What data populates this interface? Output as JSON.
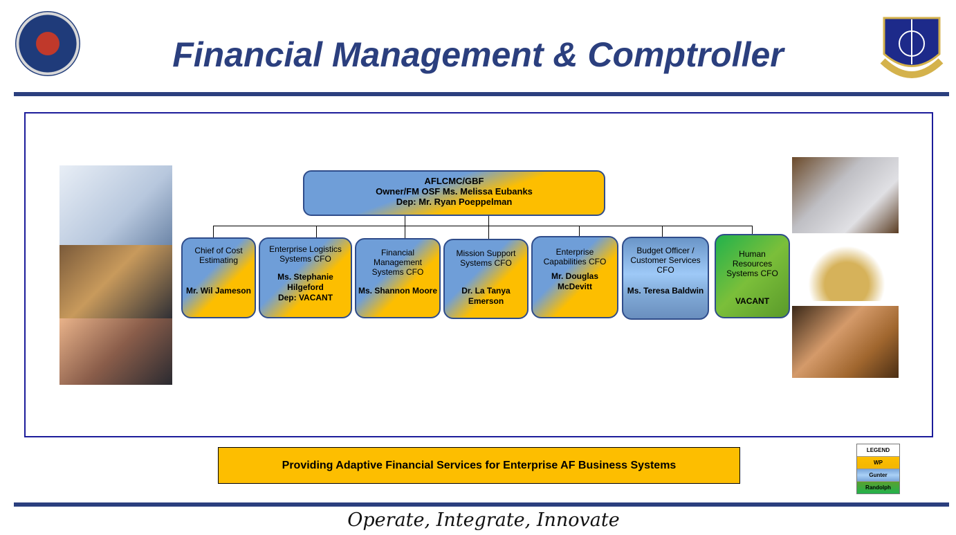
{
  "header": {
    "title": "Financial Management & Comptroller",
    "left_logo": "AFLCMC Business and Enterprise Systems seal - OPERATE",
    "right_logo": "AIR FORCE LCMC"
  },
  "org": {
    "top": {
      "line1": "AFLCMC/GBF",
      "line2": "Owner/FM OSF Ms. Melissa Eubanks",
      "line3": "Dep: Mr. Ryan Poeppelman"
    },
    "units": [
      {
        "role": "Chief of Cost Estimating",
        "name": "Mr. Wil Jameson",
        "location": "WP"
      },
      {
        "role": "Enterprise Logistics Systems CFO",
        "name": "Ms. Stephanie Hilgeford",
        "deputy": "Dep: VACANT",
        "location": "WP"
      },
      {
        "role": "Financial Management Systems CFO",
        "name": "Ms. Shannon Moore",
        "location": "WP"
      },
      {
        "role": "Mission Support Systems CFO",
        "name": "Dr. La Tanya Emerson",
        "location": "WP"
      },
      {
        "role": "Enterprise Capabilities CFO",
        "name": "Mr. Douglas McDevitt",
        "location": "WP"
      },
      {
        "role": "Budget Officer / Customer Services CFO",
        "name": "Ms. Teresa Baldwin",
        "location": "Gunter"
      },
      {
        "role": "Human Resources Systems CFO",
        "name": "VACANT",
        "location": "Randolph"
      }
    ]
  },
  "tagline": "Providing Adaptive Financial Services for Enterprise AF Business Systems",
  "legend": {
    "title": "LEGEND",
    "items": [
      {
        "label": "WP",
        "color": "#fdbe00"
      },
      {
        "label": "Gunter",
        "color": "#8fb8e8"
      },
      {
        "label": "Randolph",
        "color": "#3aa83f"
      }
    ]
  },
  "footer": "Operate, Integrate, Innovate"
}
